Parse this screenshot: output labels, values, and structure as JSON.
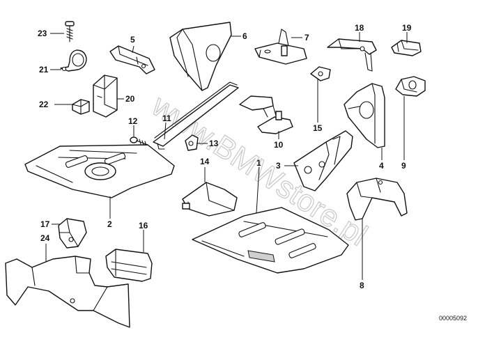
{
  "diagram": {
    "watermark": "www.BMWstore.pl",
    "drawing_number": "00005092",
    "callouts": [
      "1",
      "2",
      "3",
      "4",
      "5",
      "6",
      "7",
      "8",
      "9",
      "10",
      "11",
      "12",
      "13",
      "14",
      "15",
      "16",
      "17",
      "18",
      "19",
      "20",
      "21",
      "22",
      "23",
      "24"
    ]
  }
}
